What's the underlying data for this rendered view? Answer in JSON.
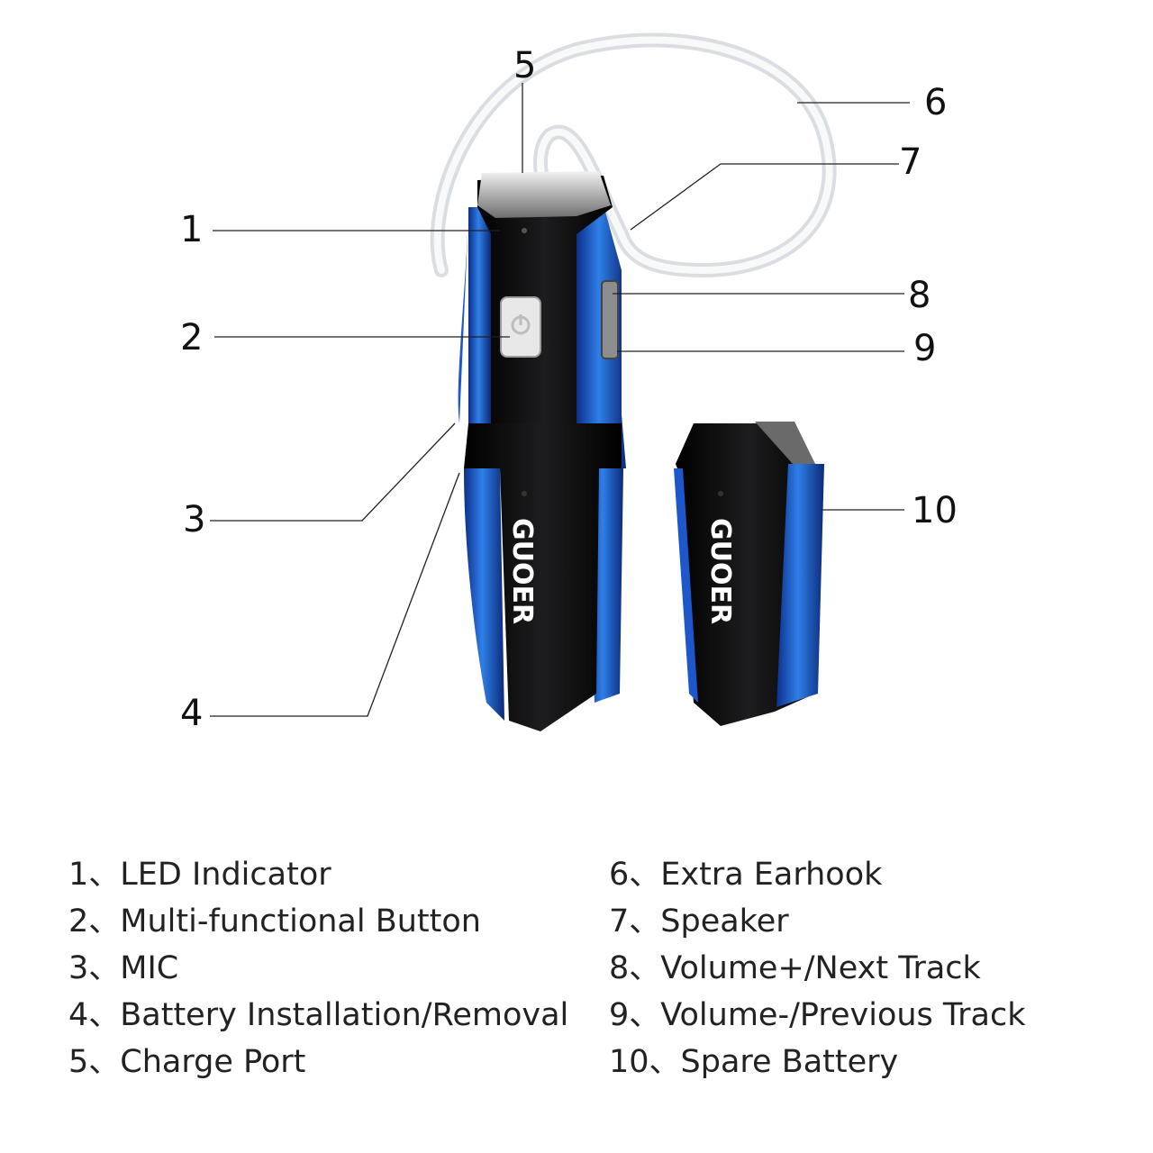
{
  "callouts": [
    "1",
    "2",
    "3",
    "4",
    "5",
    "6",
    "7",
    "8",
    "9",
    "10"
  ],
  "brand": "GUOER",
  "legend": {
    "left": [
      "1、LED Indicator",
      "2、Multi-functional Button",
      "3、MIC",
      "4、Battery Installation/Removal",
      "5、Charge Port"
    ],
    "right": [
      "6、Extra Earhook",
      "7、Speaker",
      "8、Volume+/Next Track",
      "9、Volume-/Previous Track",
      "10、Spare Battery"
    ]
  },
  "colors": {
    "body_black": "#0a0a0a",
    "accent_blue": "#1f5fd6",
    "earhook": "#d9dde2",
    "line": "#222222"
  }
}
